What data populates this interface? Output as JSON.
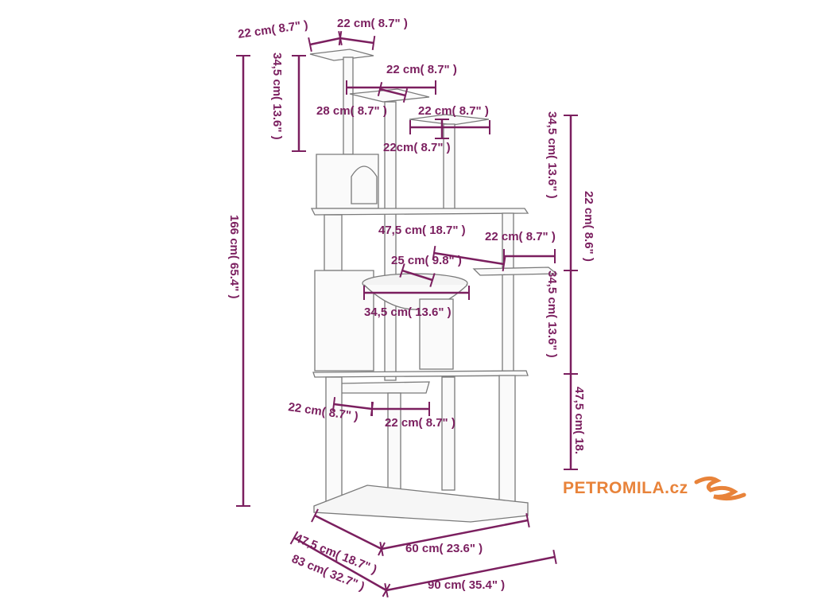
{
  "colors": {
    "dimension": "#7b1f5f",
    "outline": "#555555",
    "brand_text": "#e8833a"
  },
  "brand": {
    "name": "PETROMILA.cz",
    "logo_icon": "fish-swirl-icon"
  },
  "labels": {
    "top_w": "22 cm( 8.7\" )",
    "top_d": "22 cm( 8.7\" )",
    "top_post_h": "34,5 cm( 13.6\" )",
    "upper_w": "22 cm( 8.7\" )",
    "upper_d": "28 cm( 8.7\" )",
    "right_top_w": "22 cm( 8.7\" )",
    "right_top_d": "22cm( 8.7\" )",
    "right_h1": "34,5 cm( 13.6\" )",
    "right_gap": "22 cm( 8.6\" )",
    "mid_deck": "47,5 cm( 18.7\" )",
    "mid_right": "22 cm( 8.7\" )",
    "hammock_d": "25 cm( 9.8\" )",
    "hammock_w": "34,5 cm( 13.6\" )",
    "right_h2": "34,5 cm( 13.6\" )",
    "lower_w": "22 cm( 8.7\" )",
    "lower_d": "22 cm( 8.7\" )",
    "right_h3": "47,5 cm( 18.",
    "total_h": "166 cm( 65.4\" )",
    "base_depth": "47,5 cm( 18.7\" )",
    "base_w": "60 cm( 23.6\" )",
    "total_depth": "83 cm( 32.7\" )",
    "total_w": "90 cm( 35.4\" )"
  }
}
